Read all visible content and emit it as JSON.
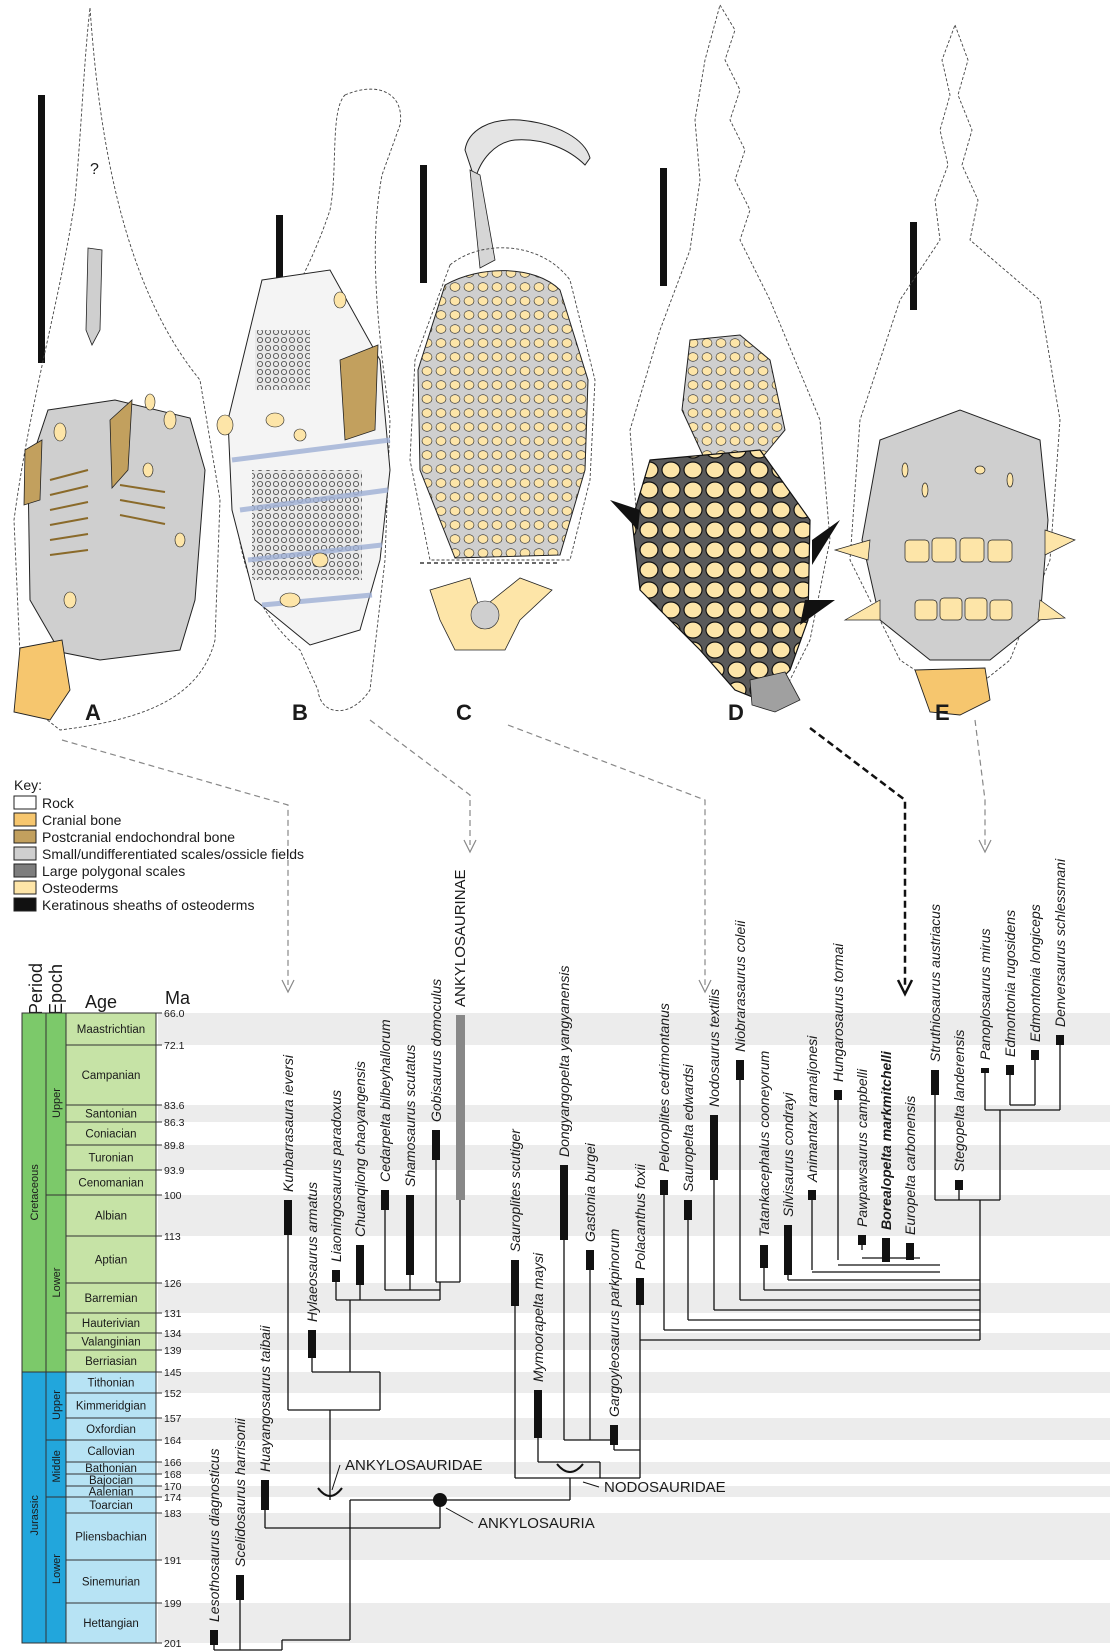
{
  "colors": {
    "rock": "#ffffff",
    "cranial_bone": "#f6c66e",
    "postcranial_bone": "#c2a05e",
    "small_scales": "#cfcfcf",
    "large_scales": "#7d7d7d",
    "osteoderms": "#fde5a8",
    "keratin": "#111111",
    "cretaceous": "#7cc96a",
    "cretaceous_stage": "#c6e3a6",
    "jurassic": "#22a6dc",
    "jurassic_stage": "#b7e3f4",
    "band": "#ececec"
  },
  "panels": [
    "A",
    "B",
    "C",
    "D",
    "E"
  ],
  "panel_question_mark": "?",
  "key": {
    "title": "Key:",
    "items": [
      {
        "label": "Rock",
        "swatch": "rock"
      },
      {
        "label": "Cranial bone",
        "swatch": "cranial_bone"
      },
      {
        "label": "Postcranial endochondral bone",
        "swatch": "postcranial_bone"
      },
      {
        "label": "Small/undifferentiated scales/ossicle fields",
        "swatch": "small_scales"
      },
      {
        "label": "Large polygonal scales",
        "swatch": "large_scales"
      },
      {
        "label": "Osteoderms",
        "swatch": "osteoderms"
      },
      {
        "label": "Keratinous sheaths of osteoderms",
        "swatch": "keratin"
      }
    ]
  },
  "timescale": {
    "period_label": "Period",
    "epoch_label": "Epoch",
    "age_label": "Age",
    "ma_label": "Ma",
    "periods": [
      "Cretaceous",
      "Jurassic"
    ],
    "epochs": [
      "Upper",
      "Lower",
      "Upper",
      "Middle",
      "Lower"
    ],
    "stages": [
      "Maastrichtian",
      "Campanian",
      "Santonian",
      "Coniacian",
      "Turonian",
      "Cenomanian",
      "Albian",
      "Aptian",
      "Barremian",
      "Hauterivian",
      "Valanginian",
      "Berriasian",
      "Tithonian",
      "Kimmeridgian",
      "Oxfordian",
      "Callovian",
      "Bathonian",
      "Bajocian",
      "Aalenian",
      "Toarcian",
      "Pliensbachian",
      "Sinemurian",
      "Hettangian"
    ],
    "boundaries": [
      "66.0",
      "72.1",
      "83.6",
      "86.3",
      "89.8",
      "93.9",
      "100",
      "113",
      "126",
      "131",
      "134",
      "139",
      "145",
      "152",
      "157",
      "164",
      "166",
      "168",
      "170",
      "174",
      "183",
      "191",
      "199",
      "201"
    ]
  },
  "taxa": [
    "Lesothosaurus diagnosticus",
    "Scelidosaurus harrisonii",
    "Huayangosaurus taibaii",
    "Kunbarrasaura ieversi",
    "Hylaeosaurus armatus",
    "Liaoningosaurus paradoxus",
    "Chuanqilong chaoyangensis",
    "Cedarpelta bilbeyhallorum",
    "Shamosaurus scutatus",
    "Gobisaurus domoculus",
    "ANKYLOSAURINAE",
    "Sauroplites scutiger",
    "Mymoorapelta maysi",
    "Dongyangopelta yangyanensis",
    "Gastonia burgei",
    "Gargoyleosaurus parkpinorum",
    "Polacanthus foxii",
    "Peloroplites cedrimontanus",
    "Sauropelta edwardsi",
    "Nodosaurus textilis",
    "Niobrarasaurus coleii",
    "Tatankacephalus cooneyorum",
    "Silvisaurus condrayi",
    "Animantarx ramaljonesi",
    "Hungarosaurus tormai",
    "Pawpawsaurus campbelli",
    "Borealopelta markmitchelli",
    "Europelta carbonensis",
    "Struthiosaurus austriacus",
    "Stegopelta landerensis",
    "Panoplosaurus mirus",
    "Edmontonia rugosidens",
    "Edmontonia longiceps",
    "Denversaurus schlessmani"
  ],
  "clades": [
    "ANKYLOSAURIDAE",
    "NODOSAURIDAE",
    "ANKYLOSAURIA"
  ]
}
